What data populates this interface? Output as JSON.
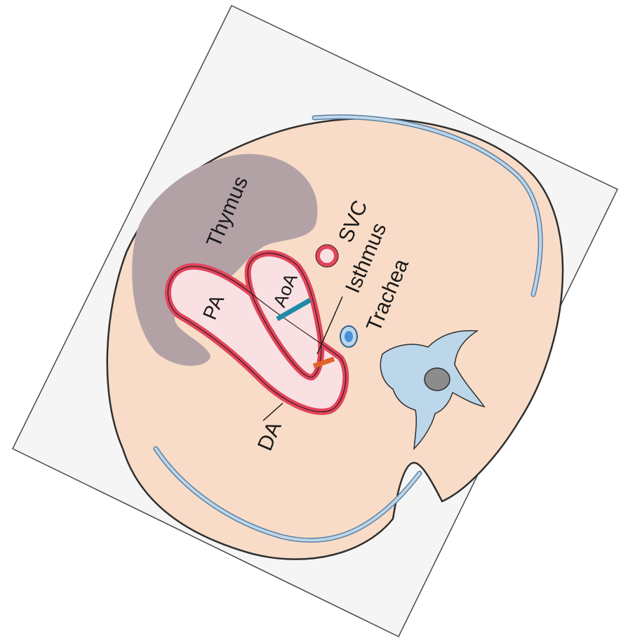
{
  "labels": {
    "thymus": "Thymus",
    "svc": "SVC",
    "isthmus": "Isthmus",
    "trachea": "Trachea",
    "aoa": "AoA",
    "pa": "PA",
    "da": "DA"
  },
  "colors": {
    "page": "#ffffff",
    "panel": "#f5f5f5",
    "body": "#f8dcc7",
    "thymus": "#b3a2a5",
    "vessel_wall": "#e0455c",
    "vessel_fill": "#f9e1e3",
    "bone": "#bcd6ea",
    "outline": "#3a3a3a",
    "isthmus_marker": "#1f8aa6",
    "ductal_marker": "#e0642a",
    "trachea_fill": "#4a90d9"
  }
}
